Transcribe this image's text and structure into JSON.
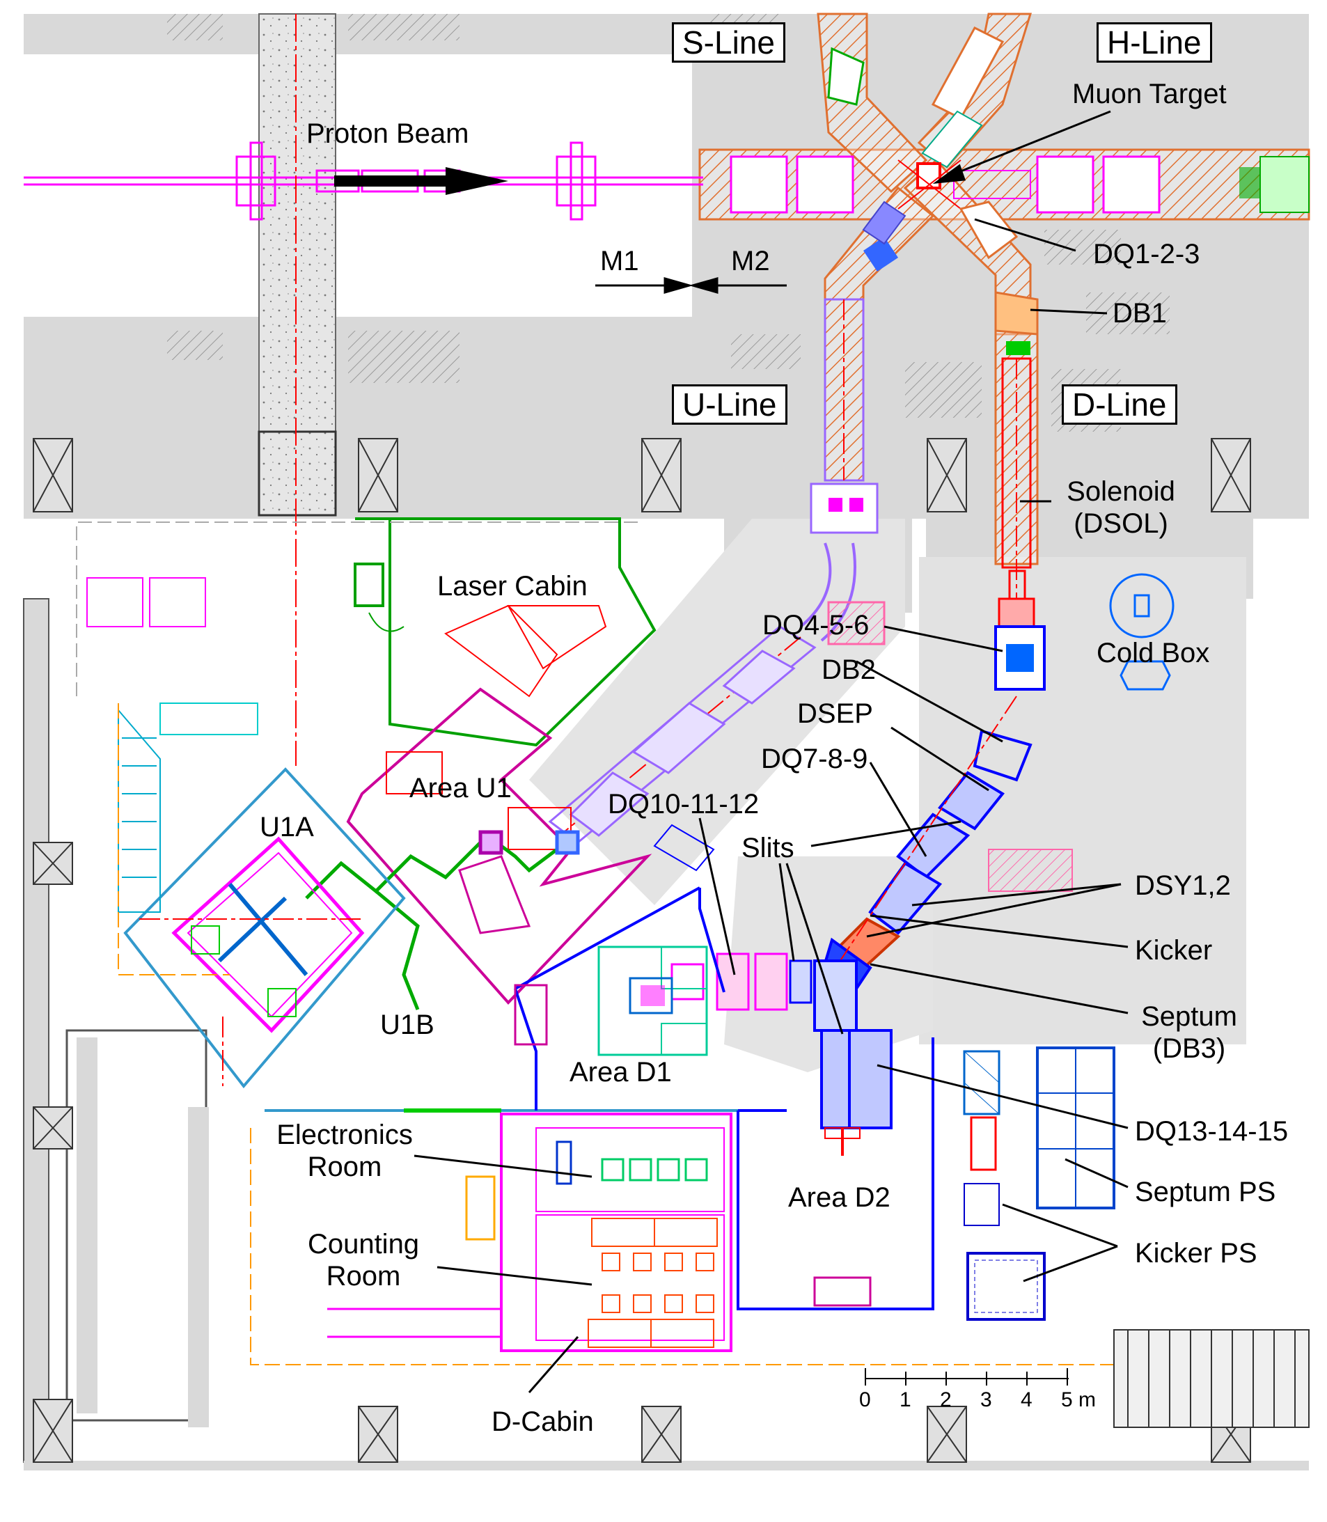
{
  "lines": {
    "s_line": "S-Line",
    "h_line": "H-Line",
    "u_line": "U-Line",
    "d_line": "D-Line"
  },
  "labels": {
    "proton_beam": "Proton Beam",
    "muon_target": "Muon Target",
    "m1": "M1",
    "m2": "M2",
    "dq123": "DQ1-2-3",
    "db1": "DB1",
    "solenoid_1": "Solenoid",
    "solenoid_2": "(DSOL)",
    "laser_cabin": "Laser Cabin",
    "dq456": "DQ4-5-6",
    "cold_box": "Cold Box",
    "db2": "DB2",
    "dsep": "DSEP",
    "dq789": "DQ7-8-9",
    "area_u1": "Area U1",
    "dq101112": "DQ10-11-12",
    "u1a": "U1A",
    "slits": "Slits",
    "dsy12": "DSY1,2",
    "kicker": "Kicker",
    "u1b": "U1B",
    "septum_1": "Septum",
    "septum_2": "(DB3)",
    "area_d1": "Area D1",
    "electronics_1": "Electronics",
    "electronics_2": "Room",
    "dq131415": "DQ13-14-15",
    "area_d2": "Area D2",
    "septum_ps": "Septum PS",
    "counting_1": "Counting",
    "counting_2": "Room",
    "kicker_ps": "Kicker PS",
    "d_cabin": "D-Cabin"
  },
  "scale_bar": {
    "ticks": [
      "0",
      "1",
      "2",
      "3",
      "4",
      "5 m"
    ]
  },
  "colors": {
    "concrete": "#d9d9d9",
    "beamline_orange": "#f07820",
    "proton_magenta": "#ff00ff",
    "d_line_red": "#ff0000",
    "u_line_purple": "#9966ff",
    "area_blue": "#0000ff",
    "laser_green": "#00a000"
  }
}
